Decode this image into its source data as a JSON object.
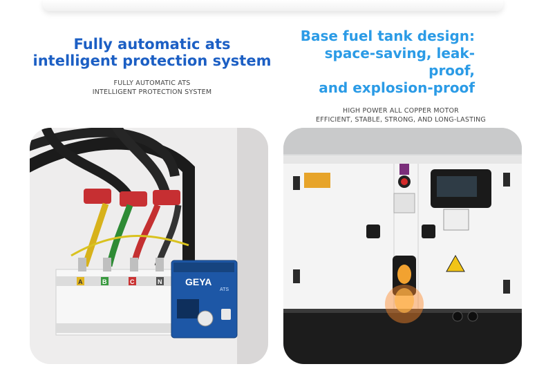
{
  "left": {
    "title_line1": "Fully automatic ats",
    "title_line2": "intelligent protection system",
    "sub_line1": "FULLY AUTOMATIC ATS",
    "sub_line2": "INTELLIGENT PROTECTION SYSTEM",
    "photo": {
      "brand": "GEYA",
      "model": "ATS",
      "phases": [
        "A",
        "B",
        "C",
        "N"
      ]
    }
  },
  "right": {
    "title_line1": "Base fuel tank design:",
    "title_line2": "space-saving, leak-proof,",
    "title_line3": "and explosion-proof",
    "sub_line1": "HIGH POWER ALL COPPER MOTOR",
    "sub_line2": "EFFICIENT, STABLE, STRONG, AND LONG-LASTING"
  },
  "colors": {
    "title_left": "#1c5fc4",
    "title_right": "#2b9be6",
    "subtitle": "#444444"
  }
}
